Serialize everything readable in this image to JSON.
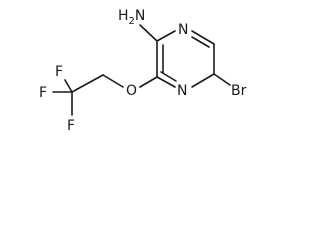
{
  "molecule": {
    "atoms": {
      "amine": {
        "main": "H",
        "sub": "2",
        "tail": "N"
      },
      "ring_n_top": "N",
      "ring_n_bottom": "N",
      "ether_o": "O",
      "bromine": "Br",
      "fluorine_top": "F",
      "fluorine_left": "F",
      "fluorine_bottom": "F"
    }
  }
}
